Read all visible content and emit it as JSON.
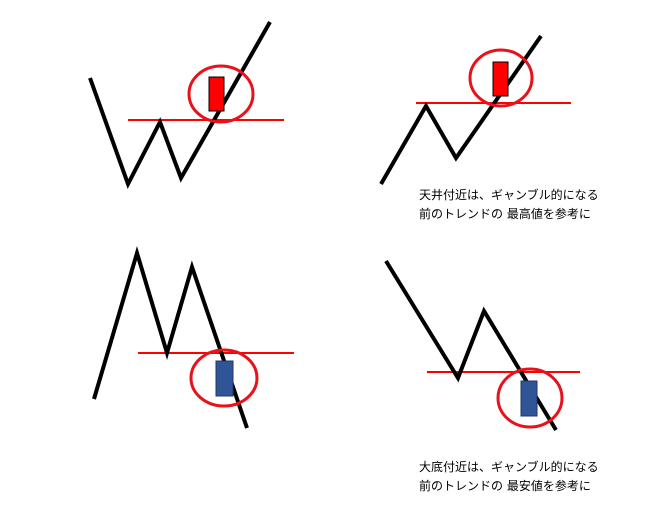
{
  "captions": {
    "top_line1": "天井付近は、ギャンブル的になる",
    "top_line2": "前のトレンドの 最高値を参考に",
    "bottom_line1": "大底付近は、ギャンブル的になる",
    "bottom_line2": "前のトレンドの 最安値を参考に"
  },
  "colors": {
    "price_line": "#000000",
    "level_line": "#ff0000",
    "highlight_circle": "#e8121b",
    "bullish_candle": "#ff0000",
    "bearish_candle": "#2f5597",
    "candle_border": "#000000"
  }
}
